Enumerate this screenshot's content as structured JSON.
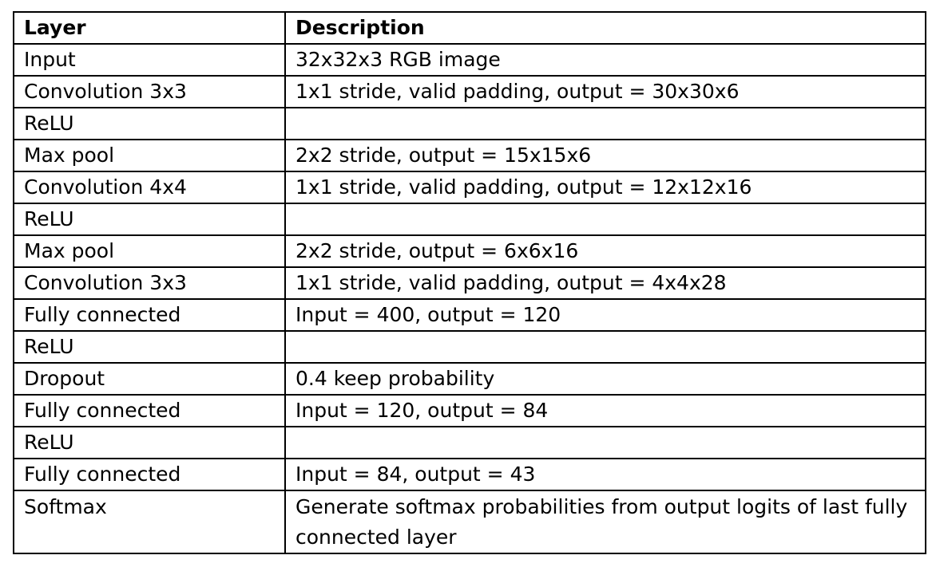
{
  "table": {
    "headers": [
      "Layer",
      "Description"
    ],
    "rows": [
      {
        "layer": "Input",
        "description": "32x32x3 RGB image"
      },
      {
        "layer": "Convolution 3x3",
        "description": "1x1 stride, valid padding, output = 30x30x6"
      },
      {
        "layer": "ReLU",
        "description": ""
      },
      {
        "layer": "Max pool",
        "description": "2x2 stride, output = 15x15x6"
      },
      {
        "layer": "Convolution 4x4",
        "description": "1x1 stride, valid padding, output = 12x12x16"
      },
      {
        "layer": "ReLU",
        "description": ""
      },
      {
        "layer": "Max pool",
        "description": "2x2 stride, output = 6x6x16"
      },
      {
        "layer": "Convolution 3x3",
        "description": "1x1 stride, valid padding, output = 4x4x28"
      },
      {
        "layer": "Fully connected",
        "description": "Input = 400, output = 120"
      },
      {
        "layer": "ReLU",
        "description": ""
      },
      {
        "layer": "Dropout",
        "description": "0.4 keep probability"
      },
      {
        "layer": "Fully connected",
        "description": "Input = 120, output = 84"
      },
      {
        "layer": "ReLU",
        "description": ""
      },
      {
        "layer": "Fully connected",
        "description": "Input = 84, output = 43"
      },
      {
        "layer": "Softmax",
        "description": "Generate softmax probabilities from output logits of last fully connected layer"
      }
    ]
  }
}
